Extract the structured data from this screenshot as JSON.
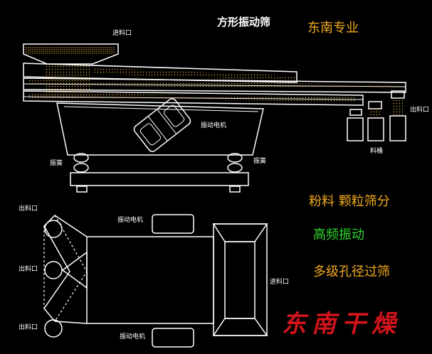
{
  "title": "方形振动筛",
  "brand_heading": "东南专业",
  "features": [
    "粉料 颗粒筛分",
    "高频振动",
    "多级孔径过筛"
  ],
  "brand_name": "东南干燥",
  "side_view": {
    "inlet": "进料口",
    "motor": "振动电机",
    "spring_left": "振簧",
    "spring_right": "振簧",
    "outlet": "出料口",
    "bin": "料桶"
  },
  "top_view": {
    "outlet_1": "出料口",
    "outlet_2": "出料口",
    "outlet_3": "出料口",
    "motor_top": "振动电机",
    "motor_bottom": "振动电机",
    "inlet": "进料口"
  },
  "colors": {
    "gold": "#f2a91f",
    "green": "#2fd62f",
    "brand_red": "#d2141b",
    "material": "#e0b040"
  }
}
